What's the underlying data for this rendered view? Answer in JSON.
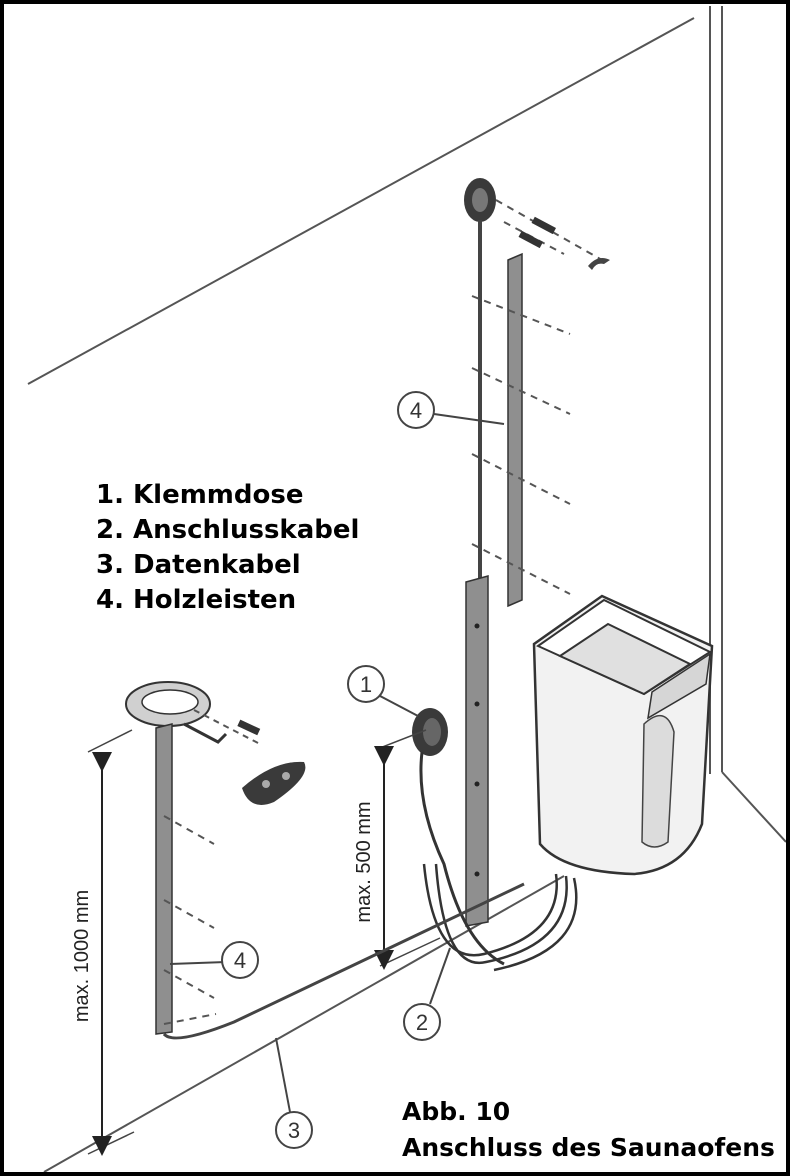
{
  "legend": {
    "items": [
      "1. Klemmdose",
      "2. Anschlusskabel",
      "3. Datenkabel",
      "4. Holzleisten"
    ]
  },
  "caption": {
    "figure": "Abb. 10",
    "title": "Anschluss des Saunaofens"
  },
  "callouts": {
    "c1": "1",
    "c2": "2",
    "c3": "3",
    "c4_upper": "4",
    "c4_lower": "4"
  },
  "dimensions": {
    "max_1000": "max. 1000 mm",
    "max_500": "max. 500 mm"
  },
  "colors": {
    "line": "#555555",
    "wood": "#8f8f8f",
    "heater": "#f2f2f2",
    "dark_part": "#3a3a3a"
  }
}
